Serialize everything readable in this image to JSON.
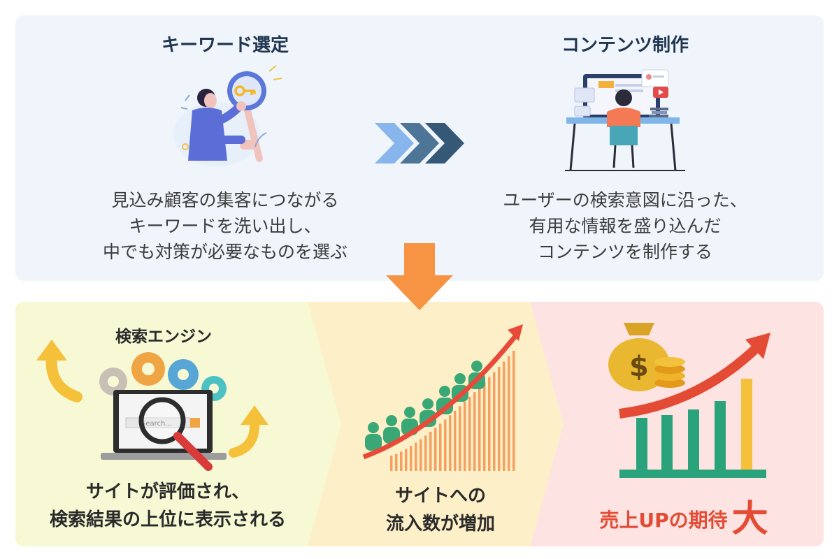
{
  "top": {
    "left": {
      "title": "キーワード選定",
      "lines": [
        "見込み顧客の集客につながる",
        "キーワードを洗い出し、",
        "中でも対策が必要なものを選ぶ"
      ]
    },
    "right": {
      "title": "コンテンツ制作",
      "lines": [
        "ユーザーの検索意図に沿った、",
        "有用な情報を盛り込んだ",
        "コンテンツを制作する"
      ]
    }
  },
  "bottom": {
    "search": {
      "label": "検索エンジン",
      "search_box_text": "Search...",
      "lines": [
        "サイトが評価され、",
        "検索結果の上位に表示される"
      ]
    },
    "traffic": {
      "lines": [
        "サイトへの",
        "流入数が増加"
      ]
    },
    "sales": {
      "label": "売上UPの期待",
      "emphasis": "大"
    }
  },
  "colors": {
    "top_bg": "#eff5fb",
    "heading": "#1f3550",
    "seg1": "#f6f9d4",
    "seg2": "#fdf0c8",
    "seg3": "#fde3e1",
    "arrow_down": "#f79444",
    "chevron_1": "#88b6ec",
    "chevron_2": "#4d7598",
    "chevron_3": "#355877",
    "sales_red": "#e34b34"
  },
  "icons": [
    "person-key-magnifier-icon",
    "desk-worker-icon",
    "chevron-arrows-icon",
    "down-arrow-icon",
    "laptop-search-gears-icon",
    "yellow-curved-arrow-icon",
    "growth-crowd-chart-icon",
    "money-bag-coins-icon",
    "bar-chart-growth-icon"
  ]
}
